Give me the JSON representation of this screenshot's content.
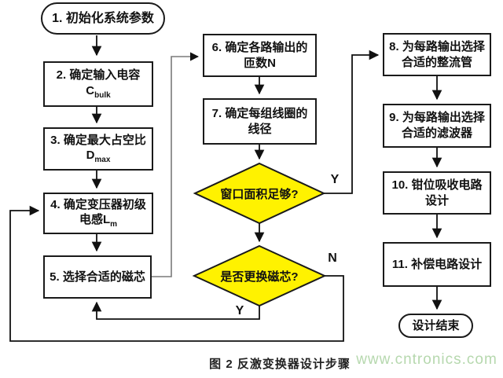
{
  "figure": {
    "caption": "图 2 反激变换器设计步骤",
    "watermark": "www.cntronics.com"
  },
  "colors": {
    "decision_fill": "#fff200",
    "line": "#111111",
    "gray_line": "#7a7a7a",
    "watermark_green": "#b6d8ae"
  },
  "nodes": {
    "start": {
      "text": "1. 初始化系统参数"
    },
    "step2": {
      "line1": "2. 确定输入电容",
      "formula_base": "C",
      "formula_sub": "bulk"
    },
    "step3": {
      "line1": "3. 确定最大占空比",
      "formula_base": "D",
      "formula_sub": "max"
    },
    "step4": {
      "line1": "4. 确定变压器初级",
      "line2_base": "电感L",
      "line2_sub": "m"
    },
    "step5": {
      "text": "5. 选择合适的磁芯"
    },
    "step6": {
      "line1": "6. 确定各路输出的",
      "line2": "匝数N"
    },
    "step7": {
      "line1": "7. 确定每组线圈的",
      "line2": "线径"
    },
    "decision1": {
      "text": "窗口面积足够?"
    },
    "decision2": {
      "text": "是否更换磁芯?"
    },
    "step8": {
      "line1": "8. 为每路输出选择",
      "line2": "合适的整流管"
    },
    "step9": {
      "line1": "9. 为每路输出选择",
      "line2": "合适的滤波器"
    },
    "step10": {
      "line1": "10. 钳位吸收电路",
      "line2": "设计"
    },
    "step11": {
      "text": "11. 补偿电路设计"
    },
    "end": {
      "text": "设计结束"
    }
  },
  "branch_labels": {
    "decision1_yes": "Y",
    "decision2_yes": "Y",
    "decision2_no": "N"
  }
}
